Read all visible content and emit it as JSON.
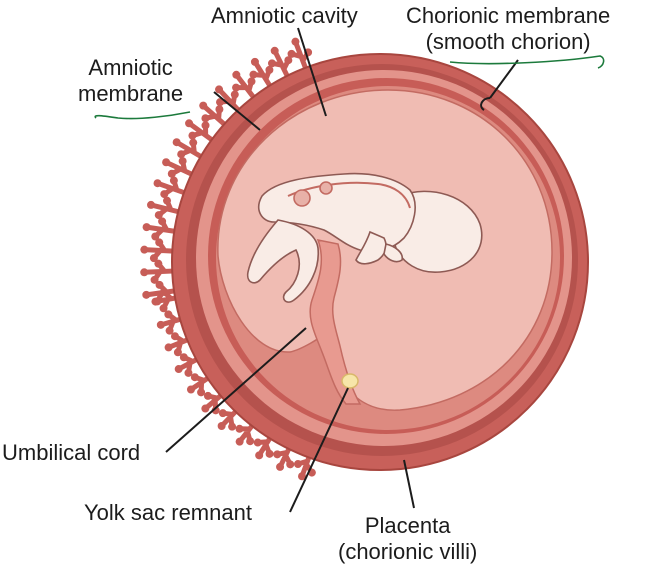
{
  "labels": {
    "amniotic_cavity": "Amniotic cavity",
    "chorionic_membrane": [
      "Chorionic membrane",
      "(smooth chorion)"
    ],
    "amniotic_membrane": [
      "Amniotic",
      "membrane"
    ],
    "umbilical_cord": "Umbilical cord",
    "yolk_sac": "Yolk sac remnant",
    "placenta": [
      "Placenta",
      "(chorionic villi)"
    ]
  },
  "colors": {
    "outer_chorion": "#c8605a",
    "chorion_dark_band": "#b5524d",
    "chorion_light_band": "#e3948b",
    "amnion_band": "#dd8a80",
    "amniotic_cavity": "#f0bcb3",
    "fetus": "#f9ece6",
    "yolk_sac": "#f7e6a9",
    "villi": "#c75d57",
    "annotation_green": "#1c7a3c"
  }
}
